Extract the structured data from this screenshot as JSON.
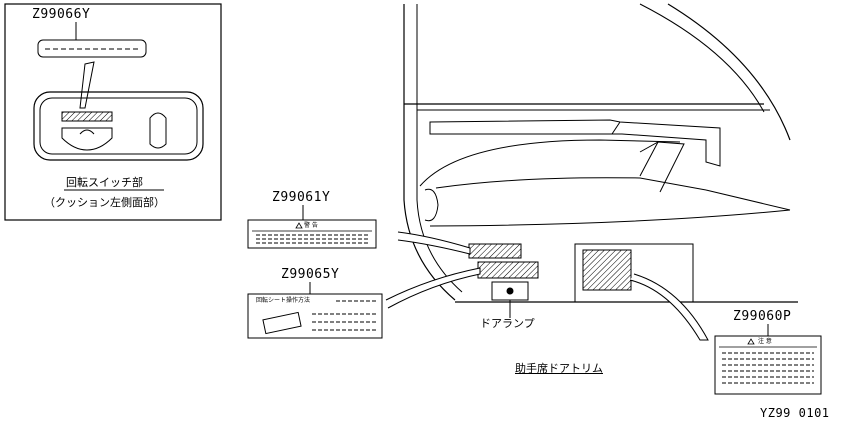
{
  "labels": {
    "z99066y": "Z99066Y",
    "z99061y": "Z99061Y",
    "z99065y": "Z99065Y",
    "z99060p": "Z99060P"
  },
  "captions": {
    "swivel_switch": "回転スイッチ部",
    "swivel_switch_sub": "（クッション左側面部）",
    "door_lamp": "ドアランプ",
    "passenger_door_trim": "助手席ドアトリム",
    "figure_code": "YZ99 0101"
  },
  "plates": {
    "warning_title": "警 告",
    "caution_title": "注 意",
    "swivel_seat_title": "回転シート操作方法"
  }
}
